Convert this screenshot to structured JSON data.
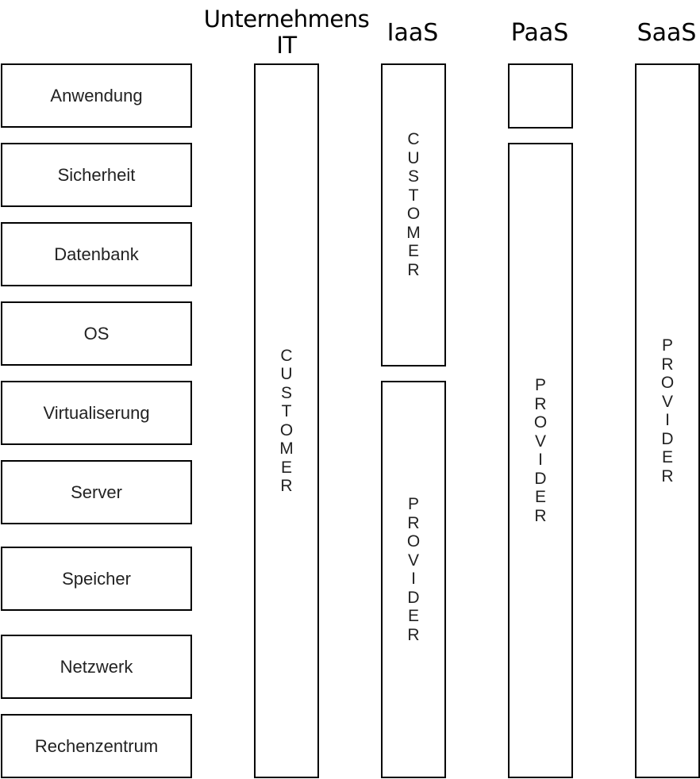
{
  "headers": {
    "enterprise_it": "Unternehmens IT",
    "iaas": "IaaS",
    "paas": "PaaS",
    "saas": "SaaS"
  },
  "layers": [
    "Anwendung",
    "Sicherheit",
    "Datenbank",
    "OS",
    "Virtualiserung",
    "Server",
    "Speicher",
    "Netzwerk",
    "Rechenzentrum"
  ],
  "columns": {
    "enterprise_it": {
      "customer": "CUSTOMER"
    },
    "iaas": {
      "customer": "CUSTOMER",
      "provider": "PROVIDER"
    },
    "paas": {
      "customer": "",
      "provider": "PROVIDER"
    },
    "saas": {
      "provider": "PROVIDER"
    }
  },
  "colors": {
    "border": "#000000",
    "background": "#ffffff",
    "text": "#222222"
  }
}
